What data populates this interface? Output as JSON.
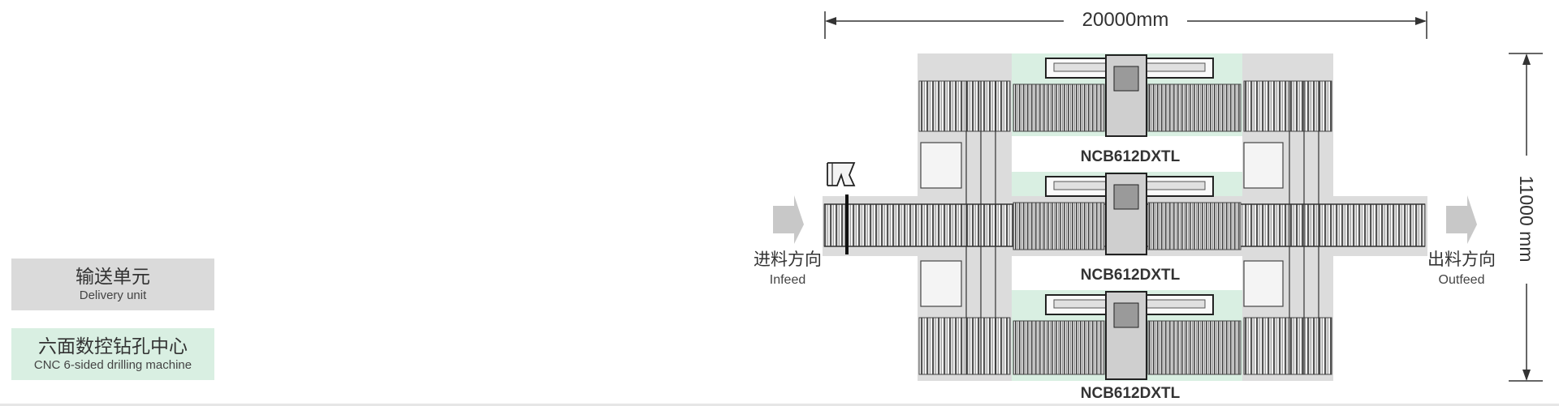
{
  "legend": {
    "delivery": {
      "zh": "输送单元",
      "en": "Delivery unit",
      "color": "#dadada"
    },
    "cnc": {
      "zh": "六面数控钻孔中心",
      "en": "CNC 6-sided drilling machine",
      "color": "#d9efe2"
    }
  },
  "dimensions": {
    "width_label": "20000mm",
    "height_label": "11000 mm"
  },
  "flow": {
    "infeed_zh": "进料方向",
    "infeed_en": "Infeed",
    "outfeed_zh": "出料方向",
    "outfeed_en": "Outfeed"
  },
  "machines": [
    {
      "label": "NCB612DXTL"
    },
    {
      "label": "NCB612DXTL"
    },
    {
      "label": "NCB612DXTL"
    }
  ]
}
